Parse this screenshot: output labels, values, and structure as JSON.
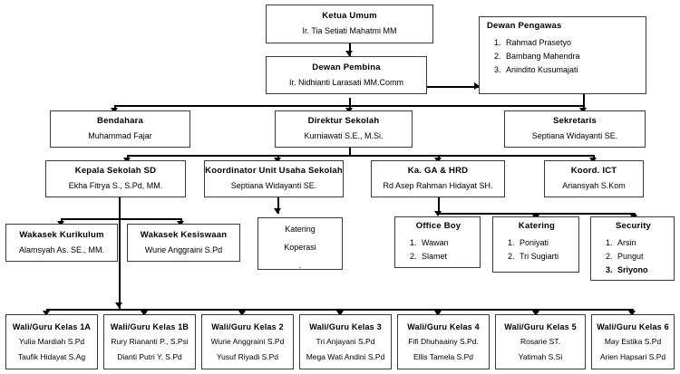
{
  "chart": {
    "type": "org-chart",
    "nodes": {
      "ketua_umum": {
        "title": "Ketua Umum",
        "name": "Ir. Tia Setiati Mahatmi MM"
      },
      "dewan_pembina": {
        "title": "Dewan Pembina",
        "name": "Ir. Nidhianti Larasati MM.Comm"
      },
      "dewan_pengawas": {
        "title": "Dewan Pengawas",
        "members": [
          "Rahmad Prasetyo",
          "Bambang Mahendra",
          "Anindito Kusumajati"
        ]
      },
      "bendahara": {
        "title": "Bendahara",
        "name": "Muhammad Fajar"
      },
      "direktur_sekolah": {
        "title": "Direktur Sekolah",
        "name": "Kurniawati S.E., M.Si."
      },
      "sekretaris": {
        "title": "Sekretaris",
        "name": "Septiana Widayanti SE."
      },
      "kepala_sekolah_sd": {
        "title": "Kepala Sekolah SD",
        "name": "Ekha Fitrya S., S.Pd, MM."
      },
      "koordinator_unit_usaha": {
        "title": "Koordinator Unit Usaha Sekolah",
        "name": "Septiana Widayanti SE."
      },
      "ka_ga_hrd": {
        "title": "Ka. GA & HRD",
        "name": "Rd Asep Rahman Hidayat SH."
      },
      "koord_ict": {
        "title": "Koord. ICT",
        "name": "Ariansyah S.Kom"
      },
      "wakasek_kurikulum": {
        "title": "Wakasek Kurikulum",
        "name": "Alamsyah As. SE., MM."
      },
      "wakasek_kesiswaan": {
        "title": "Wakasek Kesiswaan",
        "name": "Wurie Anggraini S.Pd"
      },
      "unit_usaha_list": {
        "items": [
          "Katering",
          "Koperasi",
          "."
        ]
      },
      "office_boy": {
        "title": "Office Boy",
        "members": [
          "Wawan",
          "Slamet"
        ]
      },
      "katering": {
        "title": "Katering",
        "members": [
          "Poniyati",
          "Tri Sugiarti"
        ]
      },
      "security": {
        "title": "Security",
        "members": [
          "Arsin",
          "Pungut",
          "Sriyono"
        ]
      }
    },
    "classes": [
      {
        "title": "Wali/Guru Kelas 1A",
        "teacher1": "Yulia Mardiah S.Pd",
        "teacher2": "Taufik Hidayat S.Ag"
      },
      {
        "title": "Wali/Guru Kelas 1B",
        "teacher1": "Rury Riananti P., S.Psi",
        "teacher2": "Dianti Putri Y. S.Pd"
      },
      {
        "title": "Wali/Guru Kelas 2",
        "teacher1": "Wurie Anggraini S.Pd",
        "teacher2": "Yusuf Riyadi S.Pd"
      },
      {
        "title": "Wali/Guru Kelas 3",
        "teacher1": "Tri Anjayani S.Pd",
        "teacher2": "Mega Wati Andini S.Pd"
      },
      {
        "title": "Wali/Guru Kelas 4",
        "teacher1": "Fifi Dhuhaainy S.Pd.",
        "teacher2": "Ellis Tamela S.Pd"
      },
      {
        "title": "Wali/Guru Kelas 5",
        "teacher1": "Rosarie ST.",
        "teacher2": "Yatimah S.Si"
      },
      {
        "title": "Wali/Guru Kelas 6",
        "teacher1": "May Estika S.Pd",
        "teacher2": "Arien Hapsari S.Pd"
      }
    ],
    "colors": {
      "line": "#000000",
      "border": "#3a3a3a",
      "background": "#ffffff",
      "text": "#000000"
    }
  }
}
